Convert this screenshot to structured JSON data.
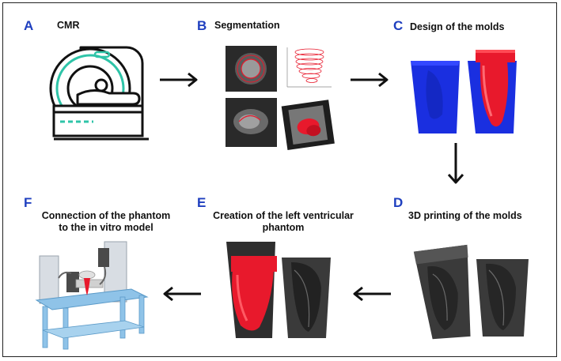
{
  "steps": [
    {
      "letter": "A",
      "title": "CMR"
    },
    {
      "letter": "B",
      "title": "Segmentation"
    },
    {
      "letter": "C",
      "title": "Design of the molds"
    },
    {
      "letter": "D",
      "title": "3D printing of the molds"
    },
    {
      "letter": "E",
      "title_line1": "Creation of the left ventricular",
      "title_line2": "phantom"
    },
    {
      "letter": "F",
      "title_line1": "Connection of the phantom",
      "title_line2": "to the in vitro model"
    }
  ],
  "colors": {
    "letter": "#1f3fbf",
    "mri_outline": "#111111",
    "mri_accent": "#2ec4a8",
    "mold_blue": "#1a2fe0",
    "heart_red": "#e8192c",
    "print_dark": "#3a3a3a",
    "rig_blue": "#8fc3e8"
  },
  "icons": [
    "mri-scanner-icon",
    "right-arrow-icon",
    "down-arrow-icon",
    "left-arrow-icon"
  ]
}
